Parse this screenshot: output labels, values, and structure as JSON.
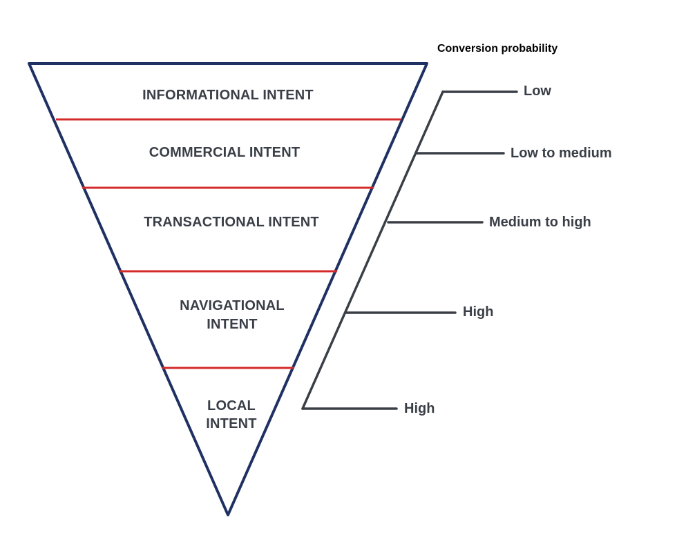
{
  "header": {
    "title": "Conversion probability"
  },
  "funnel": {
    "levels": [
      {
        "label_lines": [
          "INFORMATIONAL INTENT"
        ]
      },
      {
        "label_lines": [
          "COMMERCIAL INTENT"
        ]
      },
      {
        "label_lines": [
          "TRANSACTIONAL INTENT"
        ]
      },
      {
        "label_lines": [
          "NAVIGATIONAL",
          "INTENT"
        ]
      },
      {
        "label_lines": [
          "LOCAL",
          "INTENT"
        ]
      }
    ]
  },
  "probability": {
    "labels": [
      "Low",
      "Low to medium",
      "Medium to high",
      "High",
      "High"
    ]
  },
  "colors": {
    "funnel_outline": "#1f3163",
    "divider": "#d42a2a",
    "scale_line": "#3a3f47",
    "text": "#3a3f47"
  }
}
